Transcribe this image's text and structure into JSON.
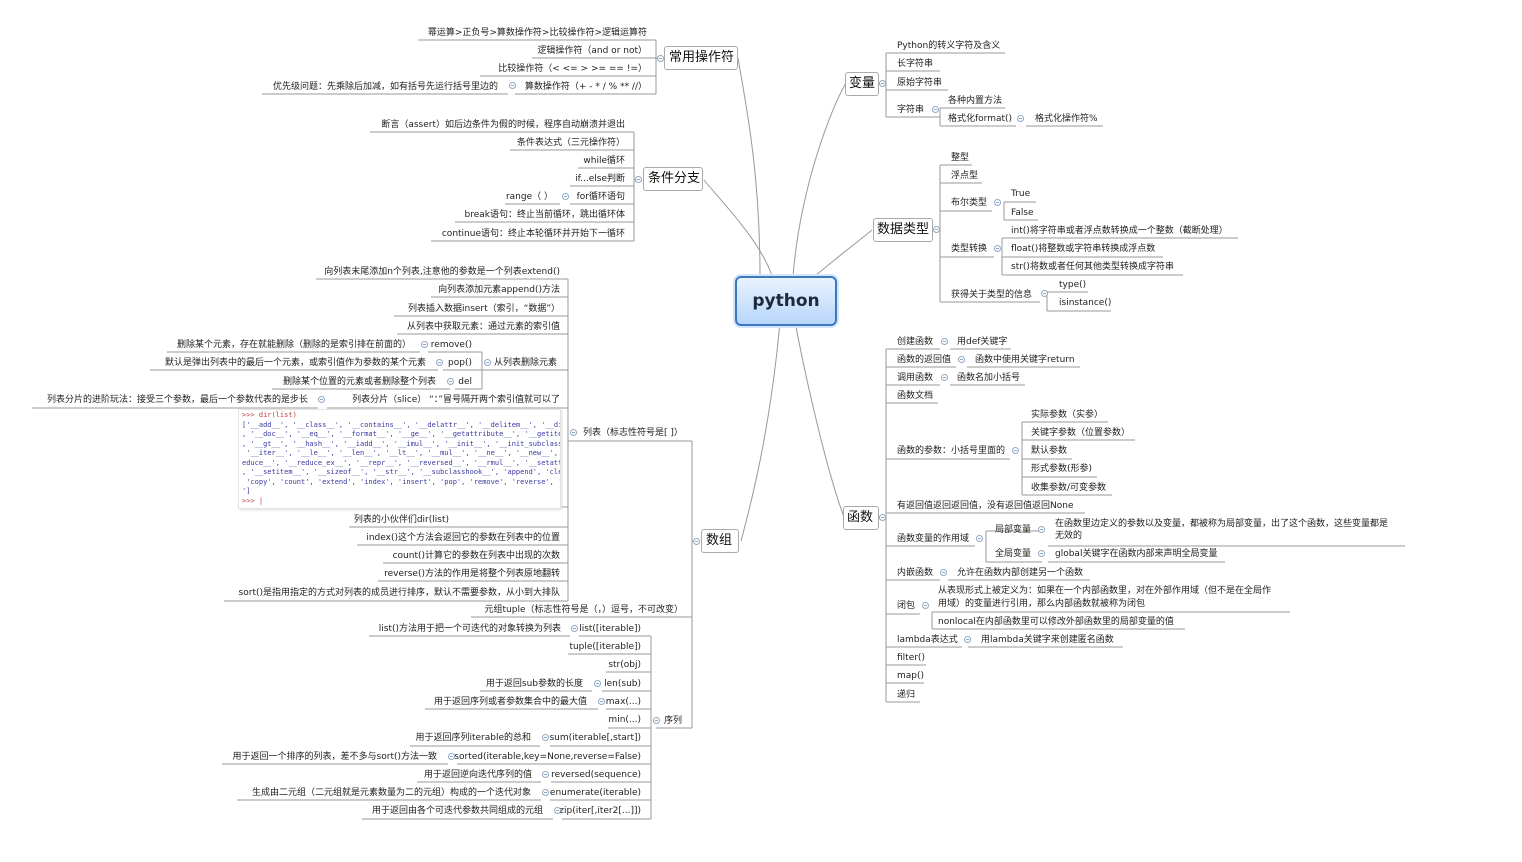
{
  "root": {
    "label": "python"
  },
  "branches": {
    "op": {
      "title": "常用操作符",
      "items": [
        "幂运算>正负号>算数操作符>比较操作符>逻辑运算符",
        "逻辑操作符（and or not）",
        "比较操作符（<  <=  >  >=   ==   !=）",
        "算数操作符（+ - * / % ** //）"
      ],
      "arith_note": "优先级问题：先乘除后加减，如有括号先运行括号里边的"
    },
    "cond": {
      "title": "条件分支",
      "items": [
        "断言（assert）如后边条件为假的时候，程序自动崩溃并退出",
        "条件表达式（三元操作符）",
        "while循环",
        "if...else判断",
        "for循环语句",
        "break语句：终止当前循环，跳出循环体",
        "continue语句：终止本轮循环并开始下一循环"
      ],
      "range": "range（ ）"
    },
    "arr": {
      "title": "数组",
      "list": {
        "title": "列表（标志性符号是[ ]）",
        "items_top": [
          "向列表末尾添加n个列表,注意他的参数是一个列表extend()",
          "向列表添加元素append()方法",
          "列表插入数据insert（索引，“数据”）",
          "从列表中获取元素：通过元素的索引值"
        ],
        "remove": {
          "title": "从列表删除元素",
          "remove": "remove()",
          "remove_note": "删除某个元素，存在就能删除（删除的是索引排在前面的）",
          "pop": "pop()",
          "pop_note": "默认是弹出列表中的最后一个元素，或索引值作为参数的某个元素",
          "del": "del",
          "del_note": "删除某个位置的元素或者删除整个列表"
        },
        "slice": "列表分片（slice）   “：”冒号隔开两个索引值就可以了",
        "slice_note": "列表分片的进阶玩法：接受三个参数，最后一个参数代表的是步长",
        "dir_lines": [
          ">>> dir(list)",
          "['__add__', '__class__', '__contains__', '__delattr__', '__delitem__', '__dir__'",
          ", '__doc__', '__eq__', '__format__', '__ge__', '__getattribute__', '__getitem__'",
          ", '__gt__', '__hash__', '__iadd__', '__imul__', '__init__', '__init_subclass__',",
          " '__iter__', '__le__', '__len__', '__lt__', '__mul__', '__ne__', '__new__', '__r",
          "educe__', '__reduce_ex__', '__repr__', '__reversed__', '__rmul__', '__setattr__'",
          ", '__setitem__', '__sizeof__', '__str__', '__subclasshook__', 'append', 'clear',",
          " 'copy', 'count', 'extend', 'index', 'insert', 'pop', 'remove', 'reverse', 'sort",
          "']",
          ">>> |"
        ],
        "items_bottom": [
          "列表的小伙伴们dir(list)",
          "index()这个方法会返回它的参数在列表中的位置",
          "count()计算它的参数在列表中出现的次数",
          "reverse()方法的作用是将整个列表原地翻转",
          "sort()是指用指定的方式对列表的成员进行排序，默认不需要参数，从小到大排队"
        ]
      },
      "tuple": "元组tuple（标志性符号是（，）逗号，不可改变）",
      "seq": {
        "title": "序列",
        "items": [
          {
            "label": "list([iterable])",
            "note": "list()方法用于把一个可迭代的对象转换为列表"
          },
          {
            "label": "tuple([iterable])",
            "note": ""
          },
          {
            "label": "str(obj)",
            "note": ""
          },
          {
            "label": "len(sub)",
            "note": "用于返回sub参数的长度"
          },
          {
            "label": "max(...)",
            "note": "用于返回序列或者参数集合中的最大值"
          },
          {
            "label": "min(...)",
            "note": ""
          },
          {
            "label": "sum(iterable[,start])",
            "note": "用于返回序列iterable的总和"
          },
          {
            "label": "sorted(iterable,key=None,reverse=False)",
            "note": "用于返回一个排序的列表，差不多与sort()方法一致"
          },
          {
            "label": "reversed(sequence)",
            "note": "用于返回逆向迭代序列的值"
          },
          {
            "label": "enumerate(iterable)",
            "note": "生成由二元组（二元组就是元素数量为二的元组）构成的一个迭代对象"
          },
          {
            "label": "zip(iter[,iter2[...]])",
            "note": "用于返回由各个可迭代参数共同组成的元组"
          }
        ]
      }
    },
    "var": {
      "title": "变量",
      "items": [
        "Python的转义字符及含义",
        "长字符串",
        "原始字符串"
      ],
      "str": {
        "title": "字符串",
        "items": [
          "各种内置方法",
          "格式化format()"
        ],
        "fmt_child": "格式化操作符%"
      }
    },
    "dtype": {
      "title": "数据类型",
      "items": [
        "整型",
        "浮点型"
      ],
      "bool": {
        "title": "布尔类型",
        "items": [
          "True",
          "False"
        ]
      },
      "conv": {
        "title": "类型转换",
        "items": [
          "int()将字符串或者浮点数转换成一个整数（截断处理）",
          "float()将整数或字符串转换成浮点数",
          "str()将数或者任何其他类型转换成字符串"
        ]
      },
      "info": {
        "title": "获得关于类型的信息",
        "items": [
          "type()",
          "isinstance()"
        ]
      }
    },
    "func": {
      "title": "函数",
      "create": {
        "label": "创建函数",
        "child": "用def关键字"
      },
      "ret": {
        "label": "函数的返回值",
        "child": "函数中使用关键字return"
      },
      "call": {
        "label": "调用函数",
        "child": "函数名加小括号"
      },
      "doc": "函数文档",
      "params": {
        "label": "函数的参数：小括号里面的",
        "items": [
          "实际参数（实参）",
          "关键字参数（位置参数）",
          "默认参数",
          "形式参数(形参)",
          "收集参数/可变参数"
        ]
      },
      "none_ret": "有返回值返回返回值，没有返回值返回None",
      "scope": {
        "label": "函数变量的作用域",
        "local": "局部变量",
        "local_note_1": "在函数里边定义的参数以及变量，都被称为局部变量，出了这个函数，这些变量都是",
        "local_note_2": "无效的",
        "global": "全局变量",
        "global_note": "global关键字在函数内部来声明全局变量"
      },
      "nested": {
        "label": "内嵌函数",
        "child": "允许在函数内部创建另一个函数"
      },
      "closure": {
        "label": "闭包",
        "note_1": "从表现形式上被定义为：如果在一个内部函数里，对在外部作用域（但不是在全局作",
        "note_2": "用域）的变量进行引用，那么内部函数就被称为闭包",
        "nonlocal": "nonlocal在内部函数里可以修改外部函数里的局部变量的值"
      },
      "lambda": {
        "label": "lambda表达式",
        "child": "用lambda关键字来创建匿名函数"
      },
      "filter": "filter()",
      "map": "map()",
      "rec": "递归"
    }
  }
}
